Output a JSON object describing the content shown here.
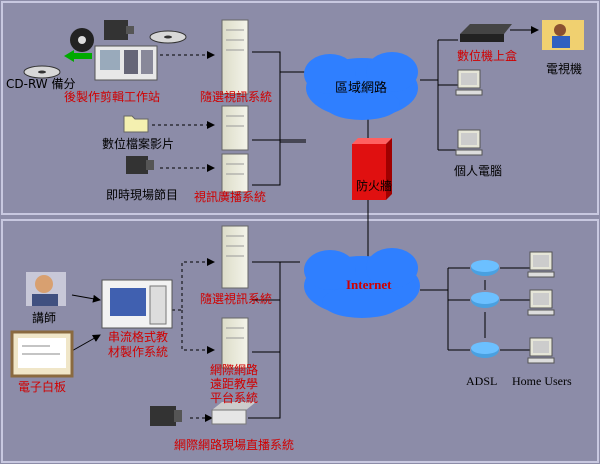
{
  "colors": {
    "background": "#8c8ca8",
    "panel_border": "#c8c8e0",
    "cloud": "#2f7fff",
    "firewall": "#e01010",
    "red_text": "#d00000"
  },
  "top": {
    "cdrw": "CD-RW 備分",
    "post_station": "後製作剪輯工作站",
    "vod_system": "隨選視訊系統",
    "digital_files": "數位檔案影片",
    "live_program": "即時現場節目",
    "broadcast_system": "視訊廣播系統",
    "lan": "區域網路",
    "settop_box": "數位機上盒",
    "tv": "電視機",
    "pc": "個人電腦",
    "firewall": "防火牆"
  },
  "bottom": {
    "lecturer": "講師",
    "whiteboard": "電子白板",
    "streaming_tool_line1": "串流格式教",
    "streaming_tool_line2": "材製作系統",
    "vod_system": "隨選視訊系統",
    "distance_line1": "網際網路",
    "distance_line2": "遠距教學",
    "distance_line3": "平台系統",
    "live_broadcast": "網際網路現場直播系統",
    "internet": "Internet",
    "adsl": "ADSL",
    "home_users": "Home Users"
  },
  "icons": [
    "cd-icon",
    "film-reel-icon",
    "camera-icon",
    "workstation-icon",
    "server-icon",
    "folder-icon",
    "cloud-icon",
    "firewall-icon",
    "settop-box-icon",
    "tv-viewer-icon",
    "pc-icon",
    "router-icon",
    "person-icon",
    "whiteboard-icon",
    "encoder-device-icon"
  ]
}
